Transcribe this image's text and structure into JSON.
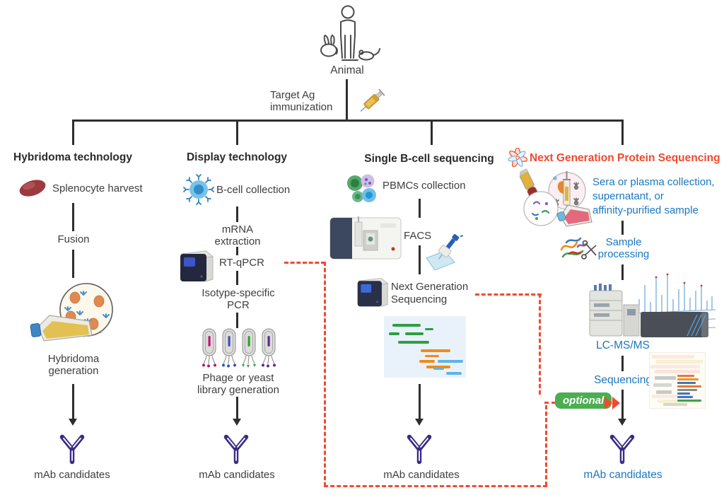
{
  "figure": {
    "type": "workflow-diagram",
    "topic": "Monoclonal antibody discovery technologies"
  },
  "colors": {
    "line_dark": "#2e2e2e",
    "accent_red": "#f1492e",
    "accent_blue": "#1b78be",
    "badge_green": "#4cae52",
    "antibody_purple": "#3b2b85"
  },
  "top": {
    "person_icon": "person-with-rabbit-and-mouse-icon",
    "animal_label": "Animal",
    "immunization_label": "Target Ag\nimmunization",
    "syringe_icon": "syringe-icon"
  },
  "columns": [
    {
      "title": "Hybridoma technology",
      "icons": [
        "spleen-icon",
        "hybridoma-flask-icon",
        "antibody-icon"
      ],
      "steps": {
        "s1": "Splenocyte harvest",
        "s2": "Fusion",
        "s3": "Hybridoma\ngeneration"
      },
      "final_label": "mAb candidates"
    },
    {
      "title": "Display technology",
      "icons": [
        "b-cell-icon",
        "pcr-machine-icon",
        "phage-icons",
        "antibody-icon"
      ],
      "steps": {
        "s1": "B-cell collection",
        "s2": "mRNA\nextraction",
        "s3": "RT-qPCR",
        "s4": "Isotype-specific\nPCR",
        "s5": "Phage or yeast\nlibrary generation"
      },
      "final_label": "mAb candidates"
    },
    {
      "title": "Single B-cell sequencing",
      "icons": [
        "pbmc-cells-icon",
        "facs-machine-icon",
        "pipette-plate-icon",
        "sequencer-icon",
        "sequence-reads-panel",
        "antibody-icon"
      ],
      "steps": {
        "s1": "PBMCs collection",
        "s2": "FACS",
        "s3": "Next Generation\nSequencing"
      },
      "final_label": "mAb candidates"
    },
    {
      "title": "Next Generation Protein Sequencing",
      "icons": [
        "protein-flower-icon",
        "sample-collection-icons",
        "protein-scissors-icon",
        "lcms-instrument-icon",
        "protein-sequence-panel",
        "antibody-icon"
      ],
      "steps": {
        "s1": "Sera or plasma collection,\nsupernatant,  or\naffinity-purified sample",
        "s2": "Sample\nprocessing",
        "s3": "LC-MS/MS",
        "s4": "Sequencing"
      },
      "final_label": "mAb candidates"
    }
  ],
  "badge": {
    "label": "optional"
  }
}
